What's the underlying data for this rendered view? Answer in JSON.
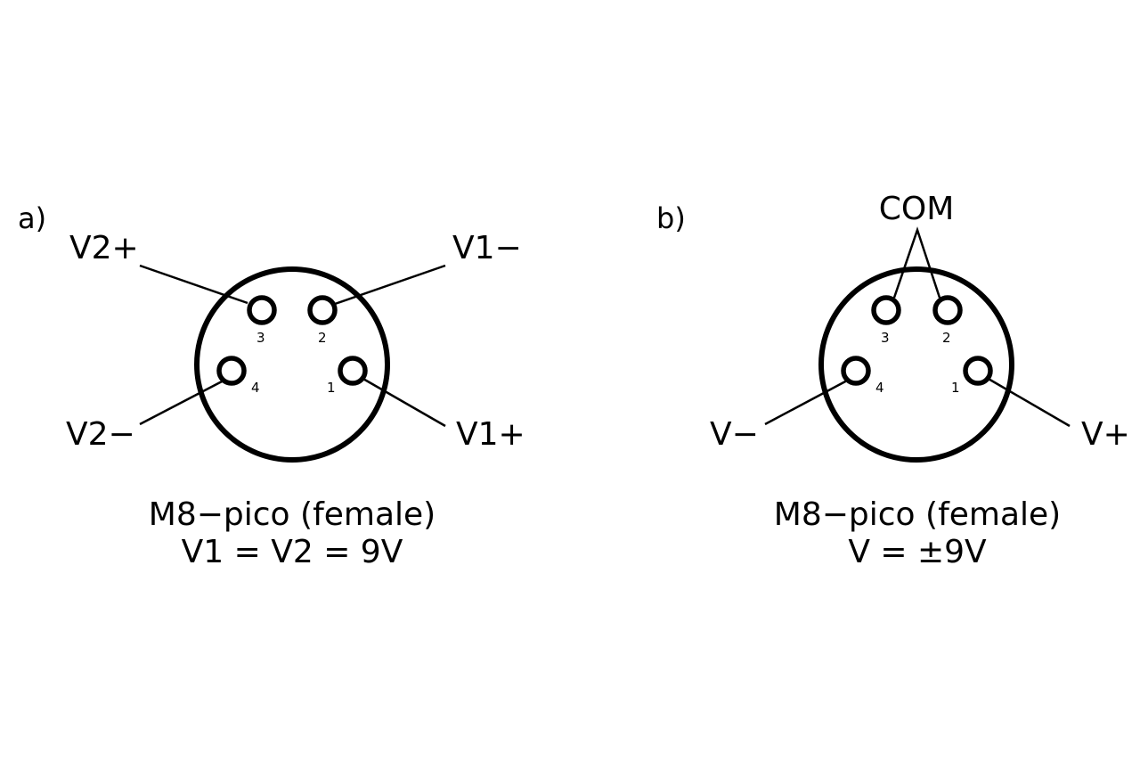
{
  "diagram_a": {
    "panel_label": "a)",
    "wire_labels": {
      "v2_plus": "V2+",
      "v1_minus": "V1−",
      "v2_minus": "V2−",
      "v1_plus": "V1+"
    },
    "pin_numbers": {
      "p1": "1",
      "p2": "2",
      "p3": "3",
      "p4": "4"
    },
    "caption_line1": "M8−pico (female)",
    "caption_line2": "V1 = V2 = 9V"
  },
  "diagram_b": {
    "panel_label": "b)",
    "wire_labels": {
      "com": "COM",
      "v_minus": "V−",
      "v_plus": "V+"
    },
    "pin_numbers": {
      "p1": "1",
      "p2": "2",
      "p3": "3",
      "p4": "4"
    },
    "caption_line1": "M8−pico (female)",
    "caption_line2": "V = ±9V"
  },
  "colors": {
    "ink": "#000000",
    "background": "#ffffff"
  }
}
